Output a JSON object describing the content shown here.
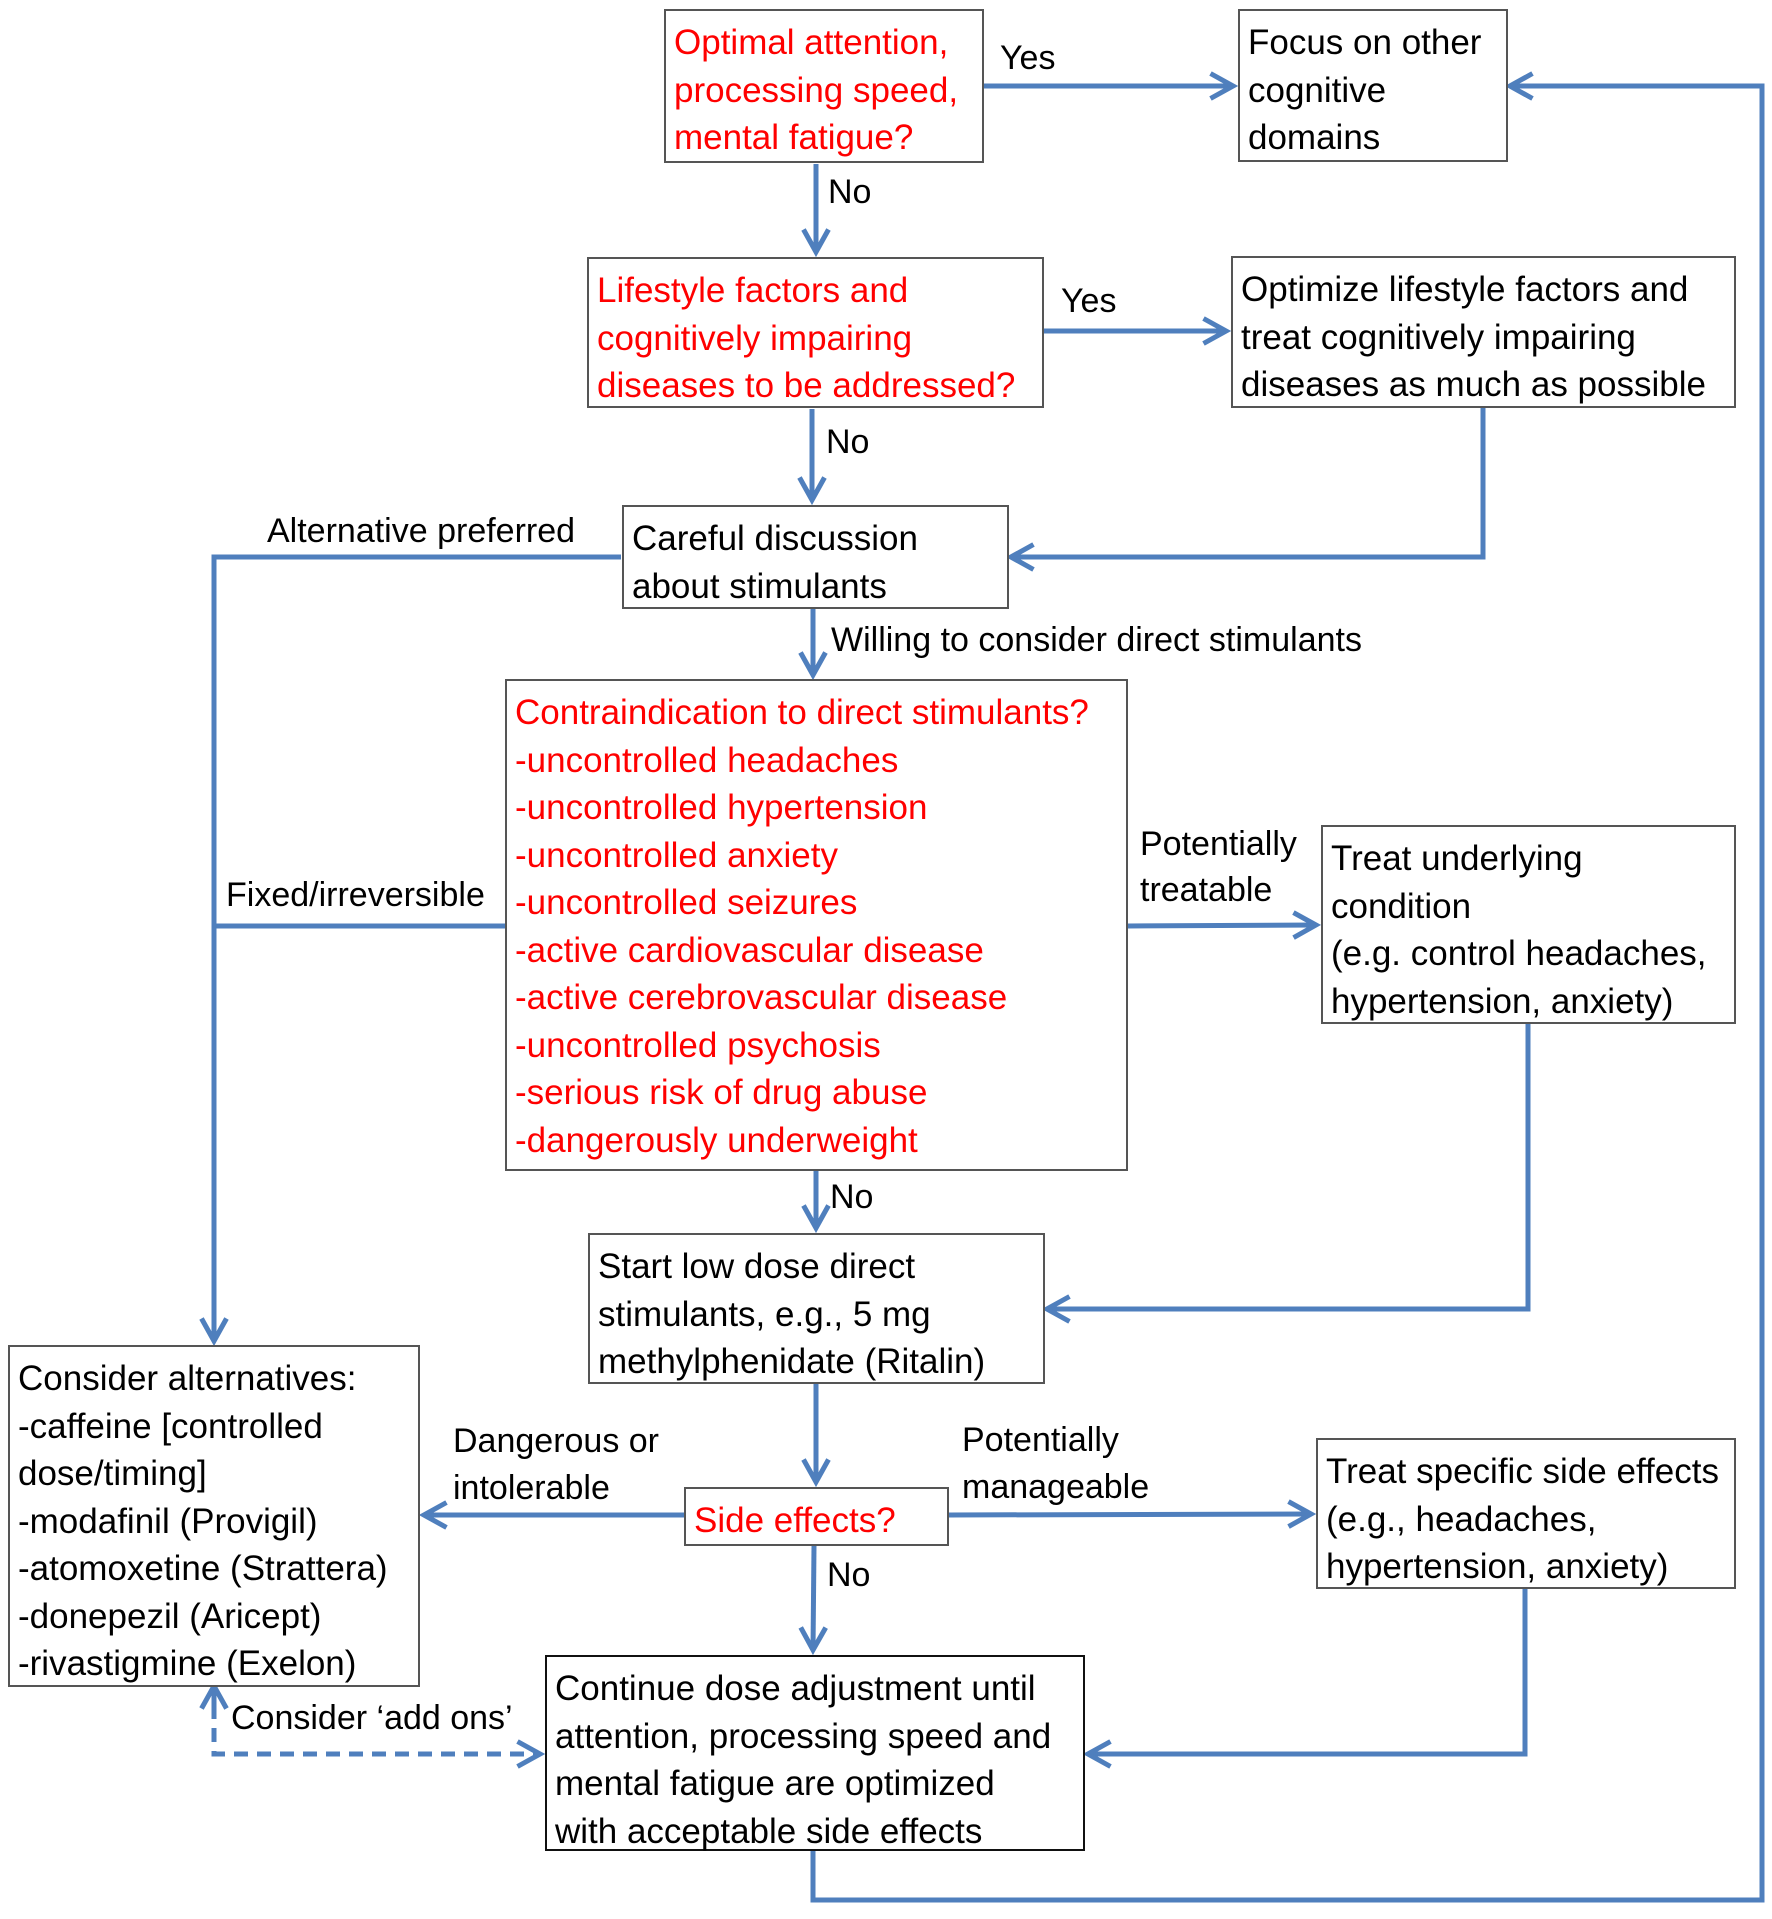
{
  "colors": {
    "connector": "#4f7fbd",
    "question_text": "#ff0000",
    "text": "#000000",
    "border": "#555555"
  },
  "nodes": {
    "optimal_attention": [
      "Optimal attention,",
      "processing speed,",
      "mental fatigue?"
    ],
    "focus_other": [
      "Focus on other",
      "cognitive",
      "domains"
    ],
    "lifestyle_question": [
      "Lifestyle factors and",
      "cognitively impairing",
      "diseases to be addressed?"
    ],
    "optimize_lifestyle": [
      "Optimize lifestyle factors and",
      "treat cognitively impairing",
      "diseases as much as possible"
    ],
    "careful_discussion": [
      "Careful discussion",
      "about stimulants"
    ],
    "contraindication": [
      "Contraindication to direct stimulants?",
      "-uncontrolled headaches",
      "-uncontrolled hypertension",
      "-uncontrolled anxiety",
      "-uncontrolled seizures",
      "-active cardiovascular  disease",
      "-active cerebrovascular  disease",
      "-uncontrolled psychosis",
      "-serious risk of drug abuse",
      "-dangerously underweight"
    ],
    "treat_underlying": [
      "Treat underlying",
      "condition",
      "(e.g. control headaches,",
      "hypertension, anxiety)"
    ],
    "start_low_dose": [
      "Start low dose direct",
      "stimulants, e.g., 5 mg",
      "methylphenidate (Ritalin)"
    ],
    "consider_alternatives": [
      "Consider alternatives:",
      "-caffeine [controlled",
      "dose/timing]",
      "-modafinil (Provigil)",
      "-atomoxetine (Strattera)",
      "-donepezil (Aricept)",
      "-rivastigmine (Exelon)"
    ],
    "side_effects": [
      "Side effects?"
    ],
    "treat_side_effects": [
      "Treat specific side effects",
      "(e.g., headaches,",
      "hypertension, anxiety)"
    ],
    "continue_dose": [
      "Continue dose adjustment until",
      "attention, processing speed and",
      "mental fatigue are optimized",
      "with acceptable side effects"
    ]
  },
  "edge_labels": {
    "yes_1": "Yes",
    "no_1": "No",
    "yes_2": "Yes",
    "no_2": "No",
    "alternative_preferred": "Alternative preferred",
    "willing": "Willing to consider direct stimulants",
    "fixed_irreversible": "Fixed/irreversible",
    "potentially_treatable": [
      "Potentially",
      "treatable"
    ],
    "no_3": "No",
    "dangerous_intolerable": [
      "Dangerous or",
      "intolerable"
    ],
    "potentially_manageable": [
      "Potentially",
      "manageable"
    ],
    "no_4": "No",
    "consider_add_ons": "Consider ‘add ons’"
  }
}
